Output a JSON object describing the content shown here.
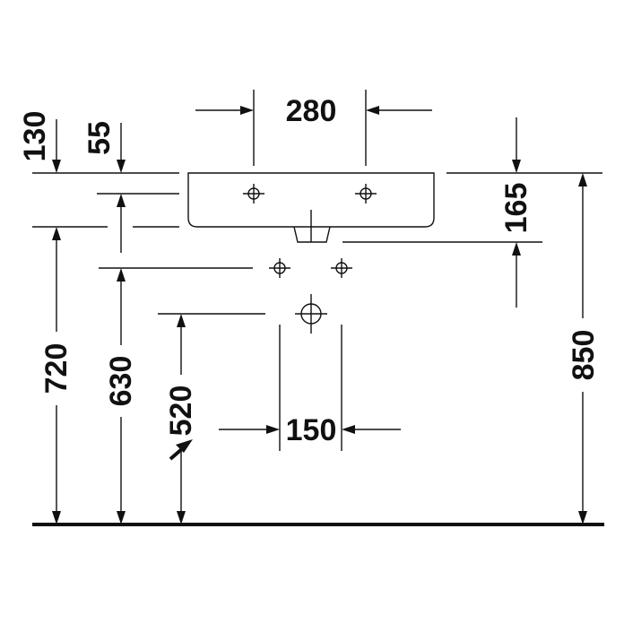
{
  "dimensions": {
    "d280": "280",
    "d130": "130",
    "d55": "55",
    "d165": "165",
    "d720": "720",
    "d630": "630",
    "d520": "520",
    "d150": "150",
    "d850": "850"
  },
  "colors": {
    "ink": "#111111",
    "background": "#ffffff"
  }
}
